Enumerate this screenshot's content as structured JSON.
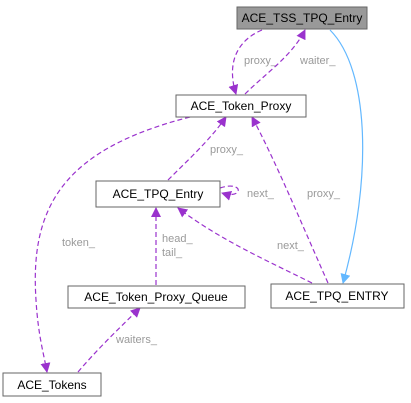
{
  "nodes": {
    "tss_entry": "ACE_TSS_TPQ_Entry",
    "token_proxy": "ACE_Token_Proxy",
    "tpq_entry": "ACE_TPQ_Entry",
    "token_proxy_queue": "ACE_Token_Proxy_Queue",
    "tpq_entry_typedef": "ACE_TPQ_ENTRY",
    "tokens": "ACE_Tokens"
  },
  "edges": {
    "proxy_to_tss": "proxy_",
    "waiter_to_tss": "waiter_",
    "proxy_to_tpq_entry": "proxy_",
    "next_self_loop": "next_",
    "token_to_tokens": "token_",
    "head_tail_1": "head_",
    "head_tail_2": "tail_",
    "next_to_typedef": "next_",
    "proxy_to_typedef": "proxy_",
    "waiters_to_tokens": "waiters_"
  },
  "colors": {
    "selected_node_fill": "#999999",
    "node_border": "#666666",
    "member_edge": "#9a32cd",
    "inherit_edge": "#63b8ff",
    "edge_label": "#9a9a9a"
  }
}
